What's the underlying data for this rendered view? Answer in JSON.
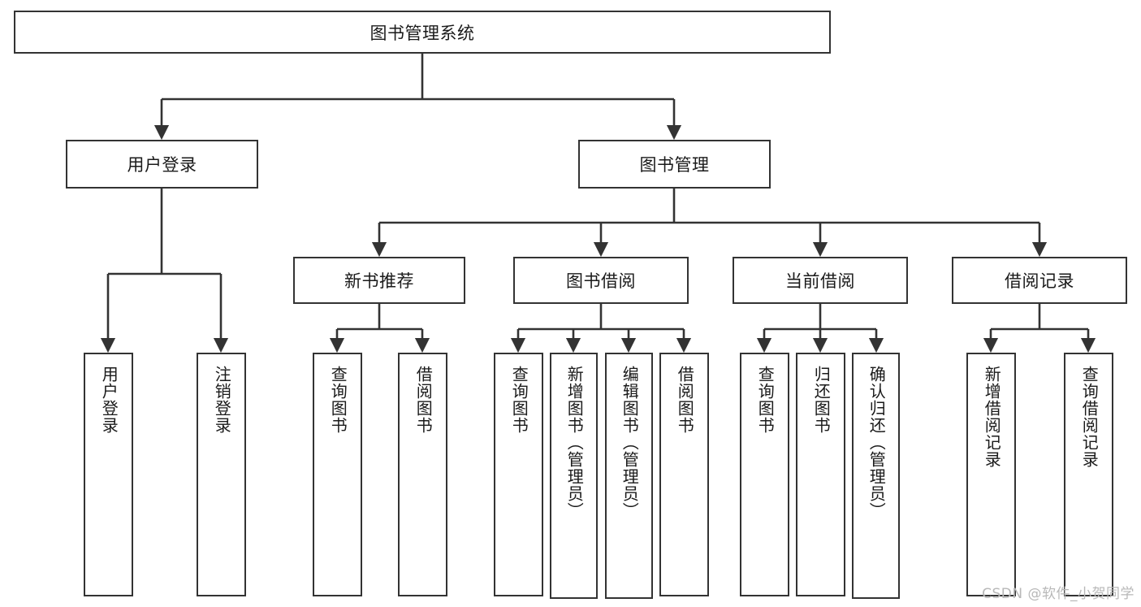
{
  "diagram": {
    "title_box": {
      "label": "图书管理系统"
    },
    "level1": [
      {
        "id": "user-login",
        "label": "用户登录"
      },
      {
        "id": "book-management",
        "label": "图书管理"
      }
    ],
    "level2": [
      {
        "id": "new-book-recommend",
        "label": "新书推荐"
      },
      {
        "id": "book-borrow",
        "label": "图书借阅"
      },
      {
        "id": "current-borrow",
        "label": "当前借阅"
      },
      {
        "id": "borrow-record",
        "label": "借阅记录"
      }
    ],
    "leaves": {
      "user_login": [
        {
          "id": "leaf-user-login",
          "label": "用户登录"
        },
        {
          "id": "leaf-logout-login",
          "label": "注销登录"
        }
      ],
      "new_book_recommend": [
        {
          "id": "leaf-query-book-1",
          "label": "查询图书"
        },
        {
          "id": "leaf-borrow-book-1",
          "label": "借阅图书"
        }
      ],
      "book_borrow": [
        {
          "id": "leaf-query-book-2",
          "label": "查询图书"
        },
        {
          "id": "leaf-add-book",
          "label": "新增图书（管理员）"
        },
        {
          "id": "leaf-edit-book",
          "label": "编辑图书（管理员）"
        },
        {
          "id": "leaf-borrow-book-2",
          "label": "借阅图书"
        }
      ],
      "current_borrow": [
        {
          "id": "leaf-query-book-3",
          "label": "查询图书"
        },
        {
          "id": "leaf-return-book",
          "label": "归还图书"
        },
        {
          "id": "leaf-confirm-return",
          "label": "确认归还（管理员）"
        }
      ],
      "borrow_record": [
        {
          "id": "leaf-add-record",
          "label": "新增借阅记录"
        },
        {
          "id": "leaf-query-record",
          "label": "查询借阅记录"
        }
      ]
    }
  },
  "watermark": {
    "text": "CSDN @软件_小贺同学"
  },
  "colors": {
    "stroke": "#333333",
    "background": "#ffffff",
    "text": "#1a1a1a",
    "watermark": "#b8b8b8"
  }
}
